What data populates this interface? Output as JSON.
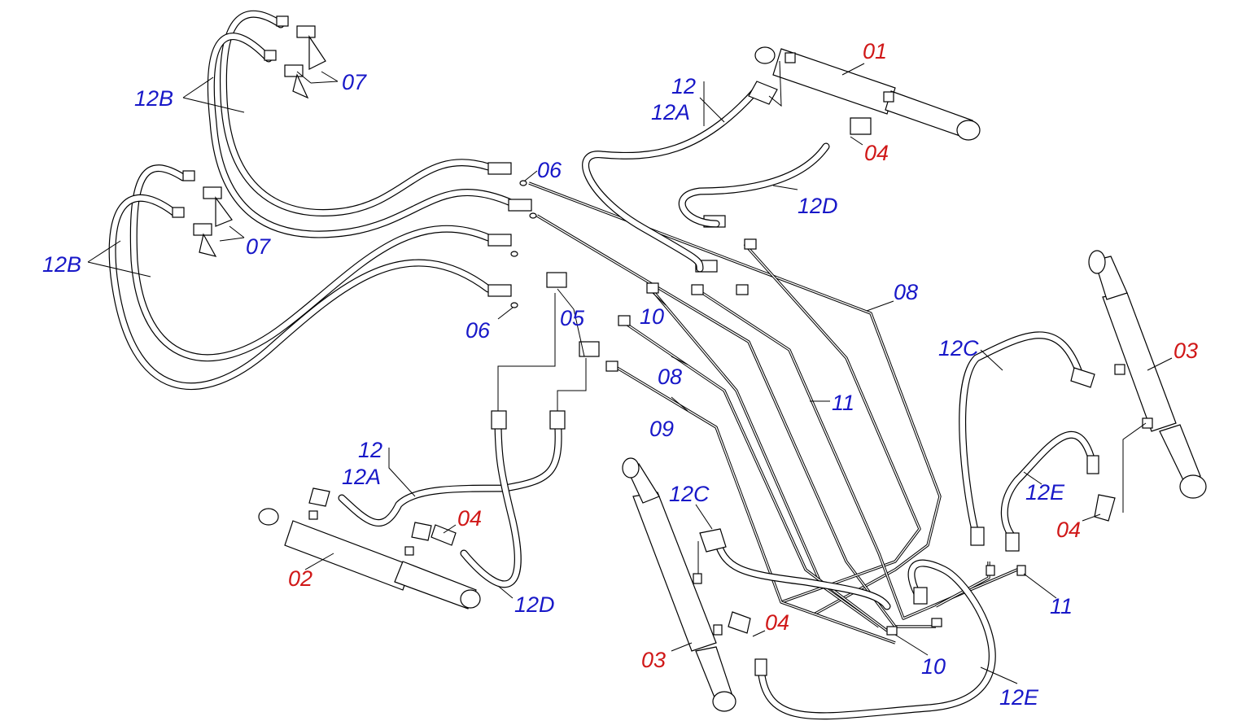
{
  "labels": {
    "part_01": "01",
    "part_02": "02",
    "part_03a": "03",
    "part_03b": "03",
    "part_04a": "04",
    "part_04b": "04",
    "part_04c": "04",
    "part_04d": "04",
    "part_05": "05",
    "part_06a": "06",
    "part_06b": "06",
    "part_07a": "07",
    "part_07b": "07",
    "part_08a": "08",
    "part_08b": "08",
    "part_09": "09",
    "part_10a": "10",
    "part_10b": "10",
    "part_11a": "11",
    "part_11b": "11",
    "part_12_top": "12",
    "part_12A_top": "12A",
    "part_12_bottom": "12",
    "part_12A_bottom": "12A",
    "part_12B_top": "12B",
    "part_12B_bottom": "12B",
    "part_12C_right": "12C",
    "part_12C_mid": "12C",
    "part_12D_top": "12D",
    "part_12D_bottom": "12D",
    "part_12E_right": "12E",
    "part_12E_bottom": "12E"
  },
  "colors": {
    "label_blue": "#1818c8",
    "label_red": "#d01818",
    "line": "#000000",
    "background": "#ffffff"
  }
}
